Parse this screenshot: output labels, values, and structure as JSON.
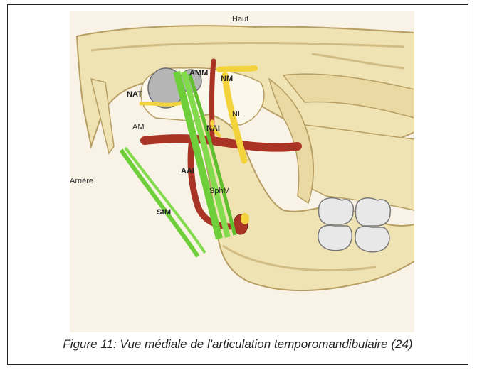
{
  "figure": {
    "caption": "Figure 11: Vue médiale de l'articulation temporomandibulaire (24)",
    "orientation": {
      "top": "Haut",
      "back": "Arrière"
    },
    "labels": {
      "amm": "AMM",
      "nm": "NM",
      "nat": "NAT",
      "nl": "NL",
      "nai": "NAI",
      "am": "AM",
      "aai": "AAI",
      "sphm": "SphM",
      "stm": "StM"
    },
    "colors": {
      "bone": "#efe2b3",
      "bone_shadow": "#c9b27a",
      "artery": "#a93426",
      "nerve": "#f3d33b",
      "ligament": "#6fcf3a",
      "condyle": "#b5b5b5",
      "teeth": "#e8e8e8"
    }
  }
}
